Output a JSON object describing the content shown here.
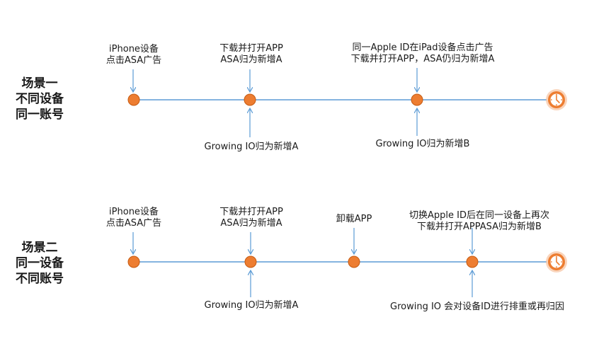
{
  "colors": {
    "line": "#5b9bd5",
    "node": "#ed7d31",
    "node_stroke": "#c55a11",
    "text": "#1a1a1a"
  },
  "scenario1": {
    "title_lines": [
      "场景一",
      "不同设备",
      "同一账号"
    ],
    "events": [
      {
        "top_lines": [
          "iPhone设备",
          "点击ASA广告"
        ]
      },
      {
        "top_lines": [
          "下载并打开APP",
          "ASA归为新增A"
        ],
        "bottom": "Growing IO归为新增A"
      },
      {
        "top_lines": [
          "同一Apple ID在iPad设备点击广告",
          "下载并打开APP，ASA仍归为新增A"
        ],
        "bottom": "Growing IO归为新增B"
      }
    ],
    "end_icon": "clock-icon"
  },
  "scenario2": {
    "title_lines": [
      "场景二",
      "同一设备",
      "不同账号"
    ],
    "events": [
      {
        "top_lines": [
          "iPhone设备",
          "点击ASA广告"
        ]
      },
      {
        "top_lines": [
          "下载并打开APP",
          "ASA归为新增A"
        ],
        "bottom": "Growing IO归为新增A"
      },
      {
        "top_lines": [
          "卸载APP"
        ]
      },
      {
        "top_lines": [
          "切换Apple ID后在同一设备上再次",
          "下载并打开APPASA归为新增B"
        ],
        "bottom": "Growing IO 会对设备ID进行排重或再归因"
      }
    ],
    "end_icon": "clock-icon"
  }
}
